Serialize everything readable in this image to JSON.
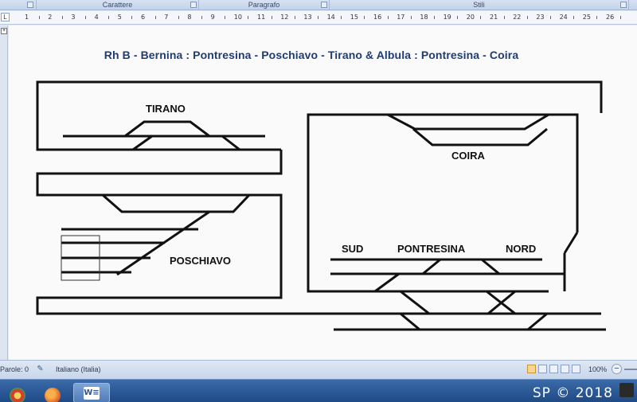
{
  "ribbon": {
    "groups": [
      {
        "label": "Carattere"
      },
      {
        "label": "Paragrafo"
      },
      {
        "label": "Stili"
      }
    ]
  },
  "ruler": {
    "numbers": [
      "1",
      "2",
      "3",
      "4",
      "5",
      "6",
      "7",
      "8",
      "9",
      "10",
      "11",
      "12",
      "13",
      "14",
      "15",
      "16",
      "17",
      "18",
      "19",
      "20",
      "21",
      "22",
      "23",
      "24",
      "25",
      "26"
    ]
  },
  "document": {
    "title": "Rh B - Bernina : Pontresina - Poschiavo - Tirano & Albula : Pontresina - Coira",
    "labels": {
      "tirano": "TIRANO",
      "coira": "COIRA",
      "poschiavo": "POSCHIAVO",
      "sud": "SUD",
      "pontresina": "PONTRESINA",
      "nord": "NORD"
    }
  },
  "statusbar": {
    "words": "Parole: 0",
    "language": "Italiano (Italia)",
    "zoom": "100%"
  },
  "taskbar": {
    "word_glyph": "W≡",
    "watermark": "SP © 2018"
  },
  "colors": {
    "title": "#1f3c73",
    "ribbon": "#c3d3ea",
    "taskbar": "#1f4b86",
    "track": "#111111"
  },
  "icons": [
    "ruler-tab-icon",
    "spellcheck-icon",
    "zoom-out-icon",
    "chrome-icon",
    "firefox-icon",
    "word-icon"
  ]
}
